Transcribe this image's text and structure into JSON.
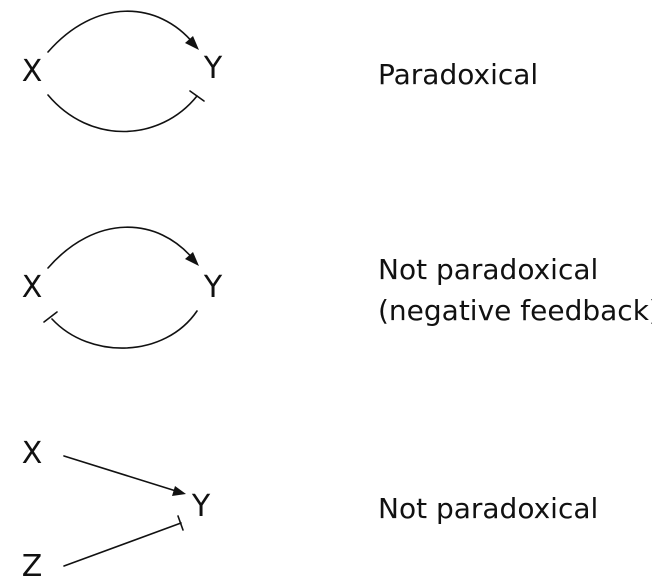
{
  "motifs": [
    {
      "nodes": {
        "a": "X",
        "b": "Y"
      },
      "caption": [
        "Paradoxical"
      ],
      "edges": [
        {
          "from": "X",
          "to": "Y",
          "type": "activation"
        },
        {
          "from": "X",
          "to": "Y",
          "type": "inhibition"
        }
      ]
    },
    {
      "nodes": {
        "a": "X",
        "b": "Y"
      },
      "caption": [
        "Not paradoxical",
        "(negative feedback)"
      ],
      "edges": [
        {
          "from": "X",
          "to": "Y",
          "type": "activation"
        },
        {
          "from": "Y",
          "to": "X",
          "type": "inhibition"
        }
      ]
    },
    {
      "nodes": {
        "a": "X",
        "b": "Y",
        "c": "Z"
      },
      "caption": [
        "Not paradoxical"
      ],
      "edges": [
        {
          "from": "X",
          "to": "Y",
          "type": "activation"
        },
        {
          "from": "Z",
          "to": "Y",
          "type": "inhibition"
        }
      ]
    }
  ]
}
